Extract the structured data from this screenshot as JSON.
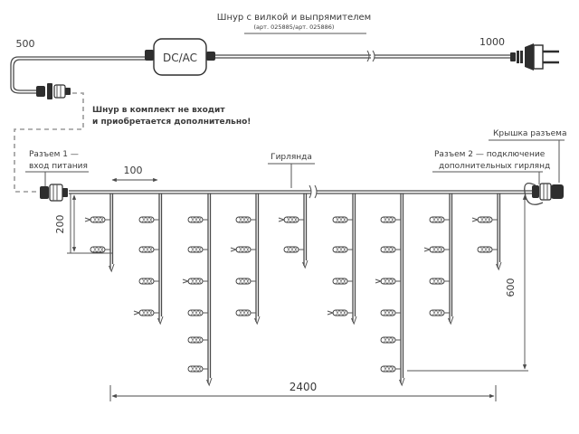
{
  "labels": {
    "cord_title": "Шнур с вилкой и выпрямителем",
    "cord_articles": "(арт. 025885/арт. 025886)",
    "converter": "DC/AC",
    "len_500": "500",
    "len_1000": "1000",
    "not_included_line1": "Шнур в комплект не входит",
    "not_included_line2": "и приобретается дополнительно!",
    "connector1_line1": "Разъем 1 —",
    "connector1_line2": "вход питания",
    "spacing_100": "100",
    "garland": "Гирлянда",
    "connector2_line1": "Разъем 2 — подключение",
    "connector2_line2": "дополнительных гирлянд",
    "cap": "Крышка разъема",
    "dim_200": "200",
    "dim_600": "600",
    "dim_2400": "2400"
  },
  "colors": {
    "line": "#4a4a4a",
    "dashed": "#9a9a9a",
    "text": "#3a3a3a"
  }
}
